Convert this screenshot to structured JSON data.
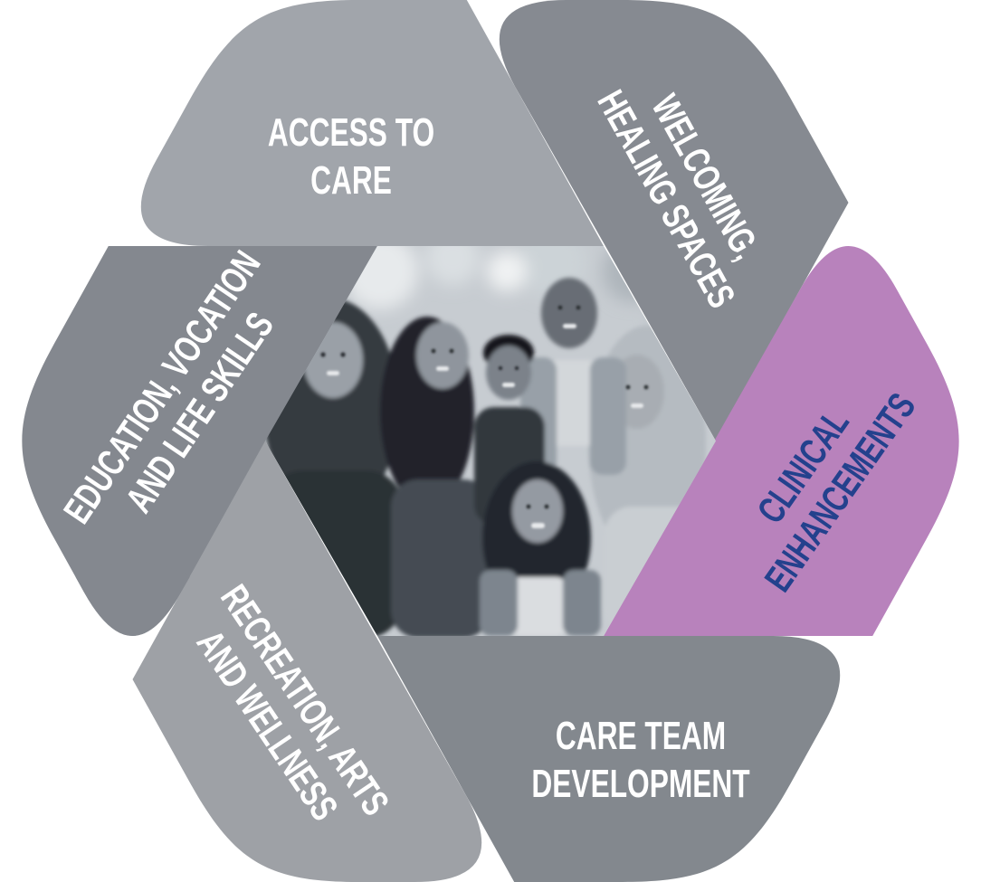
{
  "diagram": {
    "background": "#ffffff",
    "center_image": {
      "shape": "hexagon",
      "description": "Black-and-white photo of a smiling family of six outdoors"
    },
    "segments": [
      {
        "id": "access-to-care",
        "lines": [
          "ACCESS TO",
          "CARE"
        ],
        "color": "#a1a5ab",
        "text_color": "#ffffff",
        "highlighted": false
      },
      {
        "id": "welcoming-healing-spaces",
        "lines": [
          "WELCOMING,",
          "HEALING SPACES"
        ],
        "color": "#868a91",
        "text_color": "#ffffff",
        "highlighted": false
      },
      {
        "id": "clinical-enhancements",
        "lines": [
          "CLINICAL",
          "ENHANCEMENTS"
        ],
        "color": "#b882bc",
        "text_color": "#24418d",
        "highlighted": true
      },
      {
        "id": "care-team-development",
        "lines": [
          "CARE TEAM",
          "DEVELOPMENT"
        ],
        "color": "#83888e",
        "text_color": "#ffffff",
        "highlighted": false
      },
      {
        "id": "recreation-arts-wellness",
        "lines": [
          "RECREATION, ARTS",
          "AND WELLNESS"
        ],
        "color": "#9ea1a6",
        "text_color": "#ffffff",
        "highlighted": false
      },
      {
        "id": "education-vocation-life-skills",
        "lines": [
          "EDUCATION, VOCATION",
          "AND LIFE SKILLS"
        ],
        "color": "#84888f",
        "text_color": "#ffffff",
        "highlighted": false
      }
    ]
  }
}
